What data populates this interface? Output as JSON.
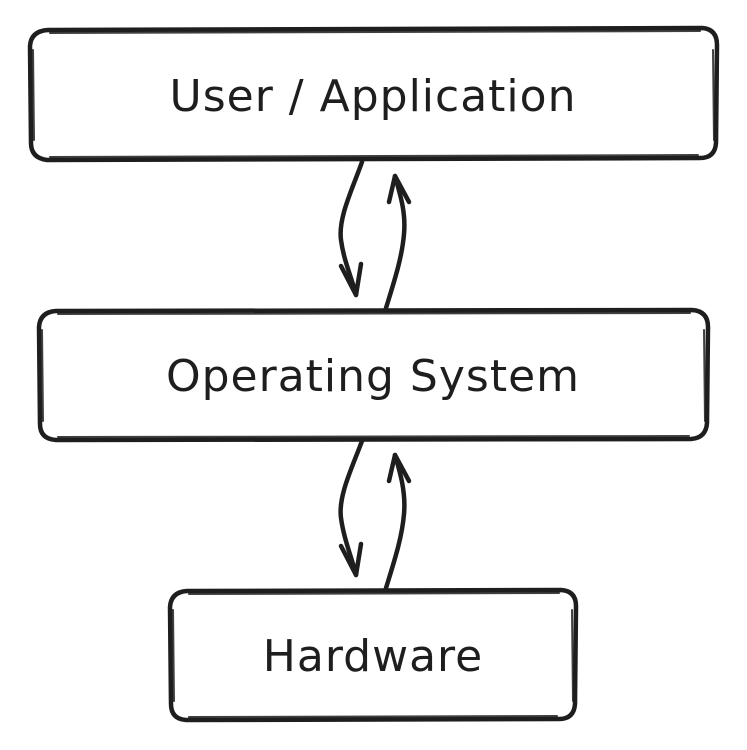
{
  "diagram": {
    "layers": [
      {
        "id": "user-application",
        "label": "User / Application"
      },
      {
        "id": "operating-system",
        "label": "Operating System"
      },
      {
        "id": "hardware",
        "label": "Hardware"
      }
    ],
    "connections": [
      {
        "from": "user-application",
        "to": "operating-system",
        "direction": "bidirectional"
      },
      {
        "from": "operating-system",
        "to": "hardware",
        "direction": "bidirectional"
      }
    ],
    "stroke_color": "#1e1e1e",
    "fill_color": "#ffffff"
  }
}
